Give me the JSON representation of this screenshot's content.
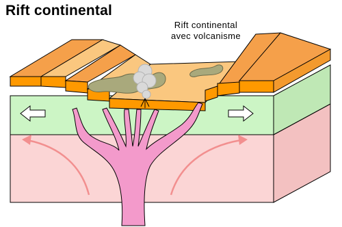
{
  "title": "Rift continental",
  "annotation": {
    "line1": "Rift continental",
    "line2": "avec volcanisme"
  },
  "colors": {
    "crust_top": "#f5a04a",
    "crust_top_light": "#fac77f",
    "crust_front": "#ff9900",
    "lithosphere": "#ccf5c5",
    "lithosphere_side": "#bfe8b5",
    "asthenosphere": "#fbd5d5",
    "asthenosphere_side": "#f3c1c1",
    "magma": "#f39acb",
    "lava": "#a9a97c",
    "ash": "#cfcfcf",
    "convection_arrow": "#f28f8f",
    "outline": "#000000"
  },
  "icons": [
    "left-extension-arrow-icon",
    "right-extension-arrow-icon",
    "volcanic-plume-icon"
  ]
}
